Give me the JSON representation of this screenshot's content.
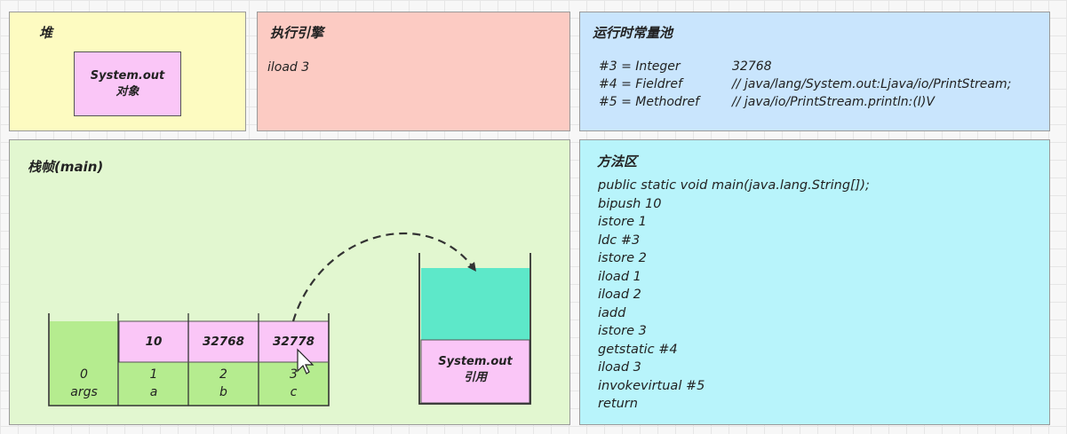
{
  "heap": {
    "title": "堆",
    "object_line1": "System.out",
    "object_line2": "对象"
  },
  "engine": {
    "title": "执行引擎",
    "current_instruction": "iload 3"
  },
  "constant_pool": {
    "title": "运行时常量池",
    "entries": [
      {
        "label": "#3 = Integer",
        "comment": "32768"
      },
      {
        "label": "#4 = Fieldref",
        "comment": "// java/lang/System.out:Ljava/io/PrintStream;"
      },
      {
        "label": "#5 = Methodref",
        "comment": "// java/io/PrintStream.println:(I)V"
      }
    ]
  },
  "stack_frame": {
    "title": "栈帧(main)",
    "local_variables": [
      {
        "index": "0",
        "name": "args",
        "value": ""
      },
      {
        "index": "1",
        "name": "a",
        "value": "10"
      },
      {
        "index": "2",
        "name": "b",
        "value": "32768"
      },
      {
        "index": "3",
        "name": "c",
        "value": "32778"
      }
    ],
    "operand_stack_top_line1": "System.out",
    "operand_stack_top_line2": "引用"
  },
  "method_area": {
    "title": "方法区",
    "lines": [
      "public static void main(java.lang.String[]);",
      "bipush 10",
      "istore 1",
      "ldc #3",
      "istore 2",
      "iload 1",
      "iload 2",
      "iadd",
      "istore 3",
      "getstatic #4",
      "iload 3",
      "invokevirtual #5",
      "return"
    ]
  },
  "colors": {
    "heap_bg": "#fdfbc1",
    "engine_bg": "#fccbc3",
    "pool_bg": "#c9e5fd",
    "frame_bg": "#e2f7d0",
    "method_bg": "#b8f4fb",
    "object_pink": "#fac6f7",
    "slot_green": "#b5ec8f",
    "stack_teal": "#5de8c9"
  }
}
